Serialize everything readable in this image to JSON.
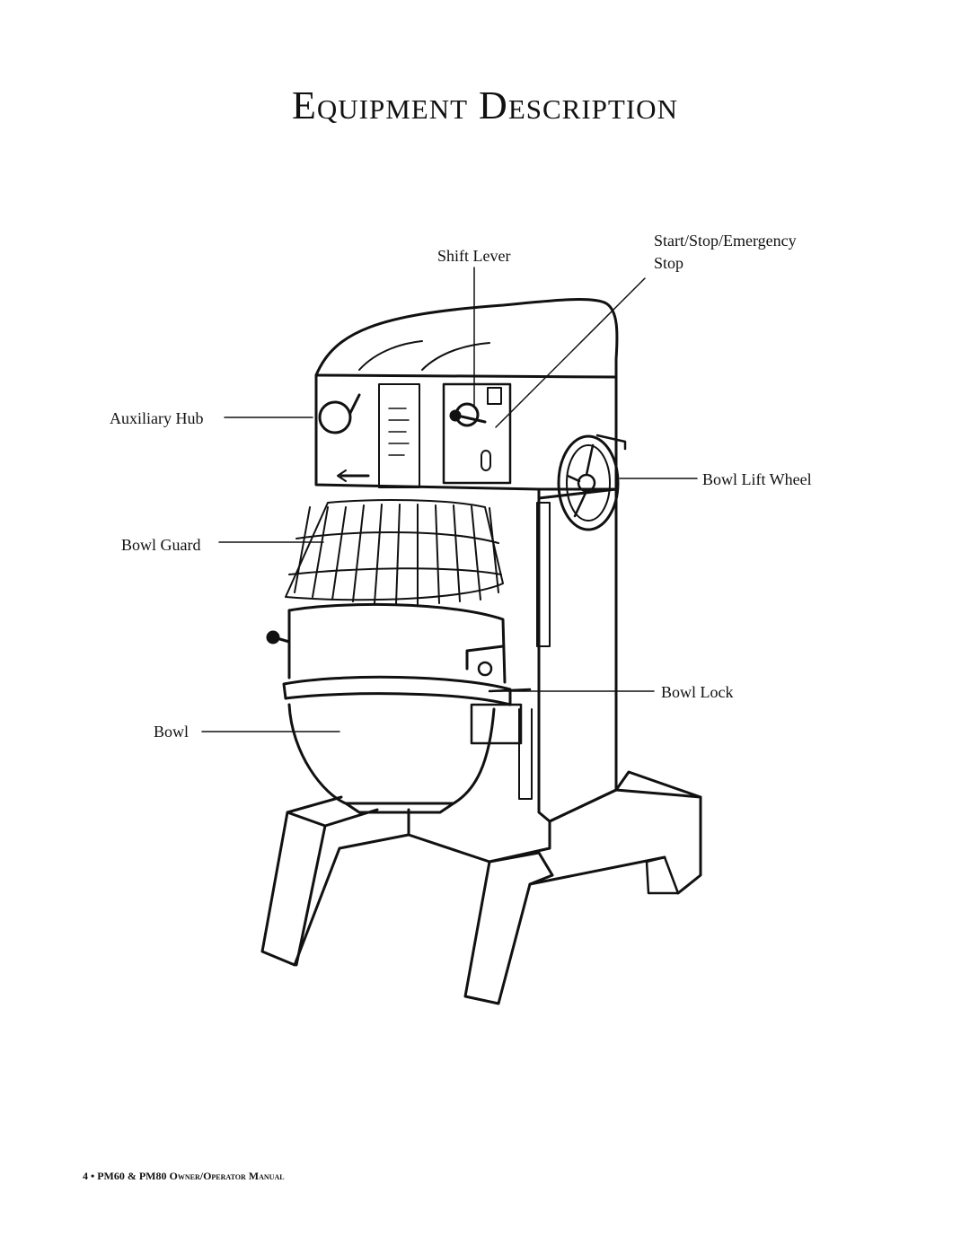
{
  "title": "Equipment Description",
  "labels": {
    "shift_lever": "Shift Lever",
    "start_stop_line1": "Start/Stop/Emergency",
    "start_stop_line2": "Stop",
    "auxiliary_hub": "Auxiliary Hub",
    "bowl_lift_wheel": "Bowl Lift Wheel",
    "bowl_guard": "Bowl Guard",
    "bowl_lock": "Bowl Lock",
    "bowl": "Bowl"
  },
  "footer": {
    "page_number": "4",
    "separator": "•",
    "manual_title": "PM60 & PM80 Owner/Operator Manual"
  }
}
